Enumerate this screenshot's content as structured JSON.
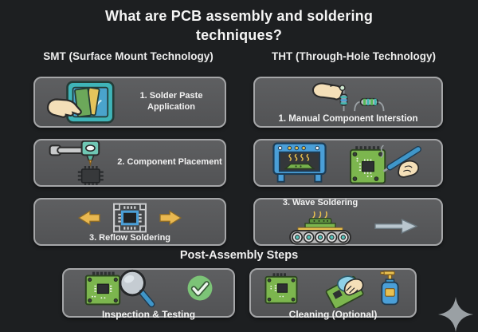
{
  "title": "What are PCB assembly and soldering techniques?",
  "sections": {
    "smt": {
      "header": "SMT (Surface Mount Technology)",
      "steps": [
        {
          "label": "1. Solder Paste Application",
          "icon": "solder-paste-squeegee-icon"
        },
        {
          "label": "2. Component Placement",
          "icon": "pick-and-place-arm-icon"
        },
        {
          "label": "3. Reflow Soldering",
          "icon": "reflow-chip-arrows-icon"
        }
      ]
    },
    "tht": {
      "header": "THT (Through-Hole Technology)",
      "steps": [
        {
          "label": "1. Manual Component Interstion",
          "icon": "hand-inserting-resistor-icon"
        },
        {
          "label": "",
          "icons": [
            "soldering-oven-icon",
            "hand-soldering-pcb-icon"
          ]
        },
        {
          "label": "3. Wave Soldering",
          "icons": [
            "conveyor-wave-solder-icon",
            "arrow-right-icon"
          ]
        }
      ]
    },
    "post": {
      "header": "Post-Assembly Steps",
      "steps": [
        {
          "label": "Inspection & Testing",
          "icons": [
            "pcb-board-icon",
            "magnifier-icon",
            "check-circle-icon"
          ]
        },
        {
          "label": "Cleaning (Optional)",
          "icons": [
            "pcb-board-icon",
            "wipe-pcb-icon",
            "spray-bottle-icon"
          ]
        }
      ]
    }
  },
  "colors": {
    "background": "#1d1f21",
    "card_fill": "#57585a",
    "card_border": "#a5a6a8",
    "text": "#f2f2f2",
    "teal": "#3fb4b8",
    "pcb_green": "#7cb64e",
    "accent_yellow": "#e8b850",
    "accent_blue": "#4a9fd8",
    "hand_skin": "#f4dfb8",
    "check_green": "#7cc477",
    "sparkle_gray": "#9aa0a4"
  }
}
